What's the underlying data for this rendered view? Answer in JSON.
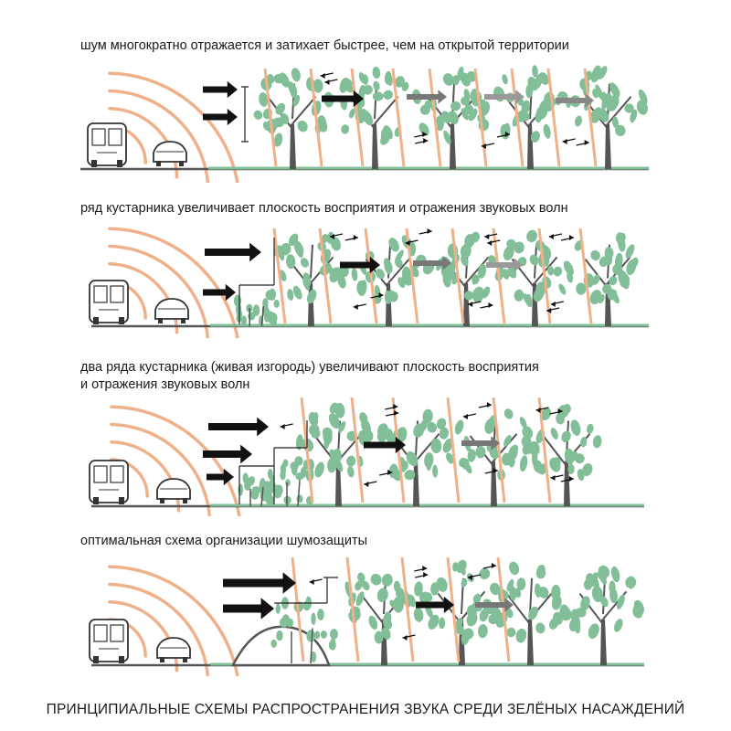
{
  "captions": {
    "scheme1": "шум многократно отражается и затихает быстрее, чем на открытой территории",
    "scheme2": "ряд кустарника увеличивает плоскость восприятия и отражения звуковых волн",
    "scheme3": "два ряда кустарника (живая изгородь) увеличивают плоскость восприятия\nи отражения звуковых волн",
    "scheme4": "оптимальная схема организации шумозащиты"
  },
  "footer": "ПРИНЦИПИАЛЬНЫЕ СХЕМЫ РАСПРОСТРАНЕНИЯ ЗВУКА СРЕДИ ЗЕЛЁНЫХ НАСАЖДЕНИЙ",
  "colors": {
    "foliage": "#82bf99",
    "sound_wave": "#efb189",
    "arrow_strong": "#111111",
    "arrow_faded": "#777777",
    "trunk": "#555555"
  },
  "icons": [
    "bus-icon",
    "car-icon",
    "tree-icon",
    "shrub-icon",
    "earth-berm-icon",
    "arrow-icon"
  ]
}
